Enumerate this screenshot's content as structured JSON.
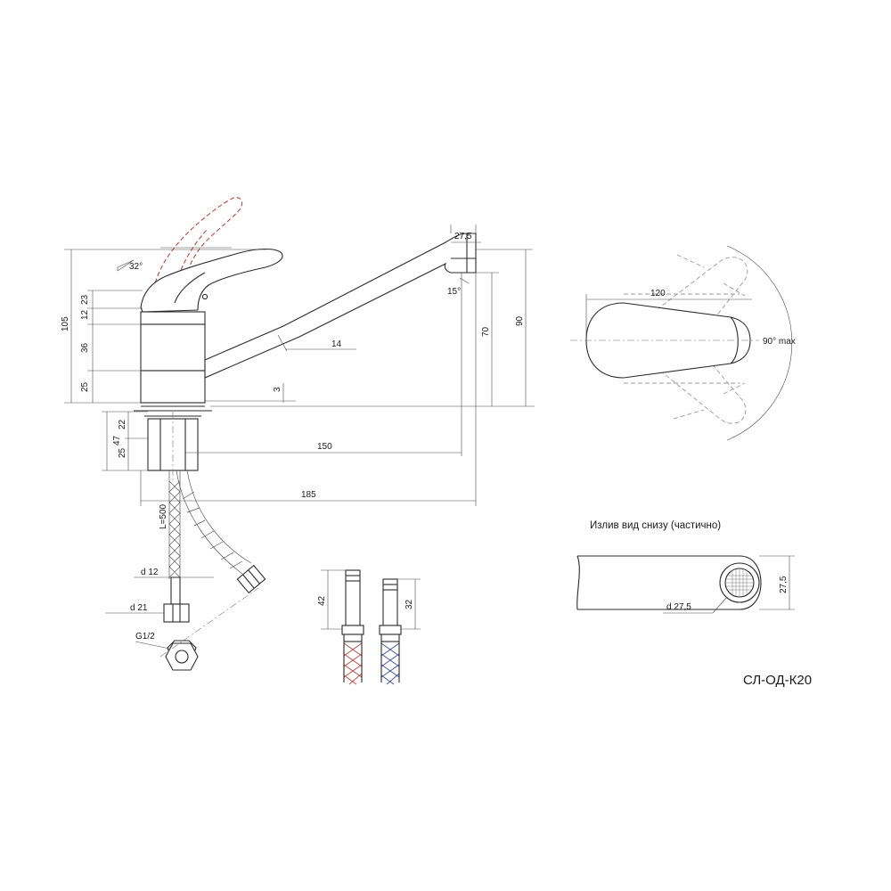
{
  "model_code": "СЛ-ОД-К20",
  "bottom_view_caption": "Излив вид снизу (частично)",
  "handle_angle": "32°",
  "spout_angle": "15°",
  "rotation_label": "90° max",
  "dims": {
    "total_height": "105",
    "handle_23": "23",
    "handle_12": "12",
    "body_36": "36",
    "body_25": "25",
    "mount_47": "47",
    "mount_22": "22",
    "mount_25": "25",
    "spout_tip": "27,5",
    "spout_thick": "14",
    "base_gap": "3",
    "outlet_height": "70",
    "spout_height": "90",
    "reach_150": "150",
    "reach_185": "185",
    "handle_length": "120",
    "hose_length": "L=500",
    "hose_d12": "d 12",
    "hose_d21": "d 21",
    "thread": "G1/2",
    "fitting_42": "42",
    "fitting_32": "32",
    "aerator_height": "27,5",
    "aerator_diameter": "d 27,5"
  },
  "colors": {
    "line": "#2b2b2b",
    "handle_ghost": "#c4433a",
    "hot_braid": "#c4433a",
    "cold_braid": "#3a4fa0"
  }
}
